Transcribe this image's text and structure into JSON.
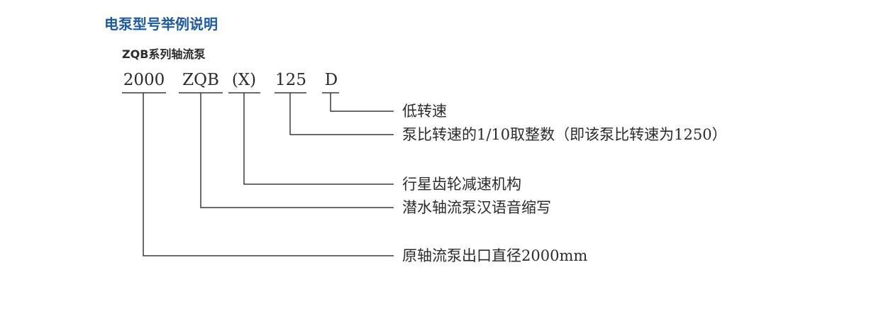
{
  "colors": {
    "title": "#1e5aa0",
    "text": "#2b2b2b",
    "line": "#3a3a3a"
  },
  "heading": {
    "title": "电泵型号举例说明",
    "subtitle": "ZQB系列轴流泵"
  },
  "model_codes": [
    "2000",
    "ZQB",
    "(X)",
    "125",
    "D"
  ],
  "descriptions": [
    "低转速",
    "泵比转速的1/10取整数（即该泵比转速为1250）",
    "行星齿轮减速机构",
    "潜水轴流泵汉语音缩写",
    "原轴流泵出口直径2000mm"
  ]
}
